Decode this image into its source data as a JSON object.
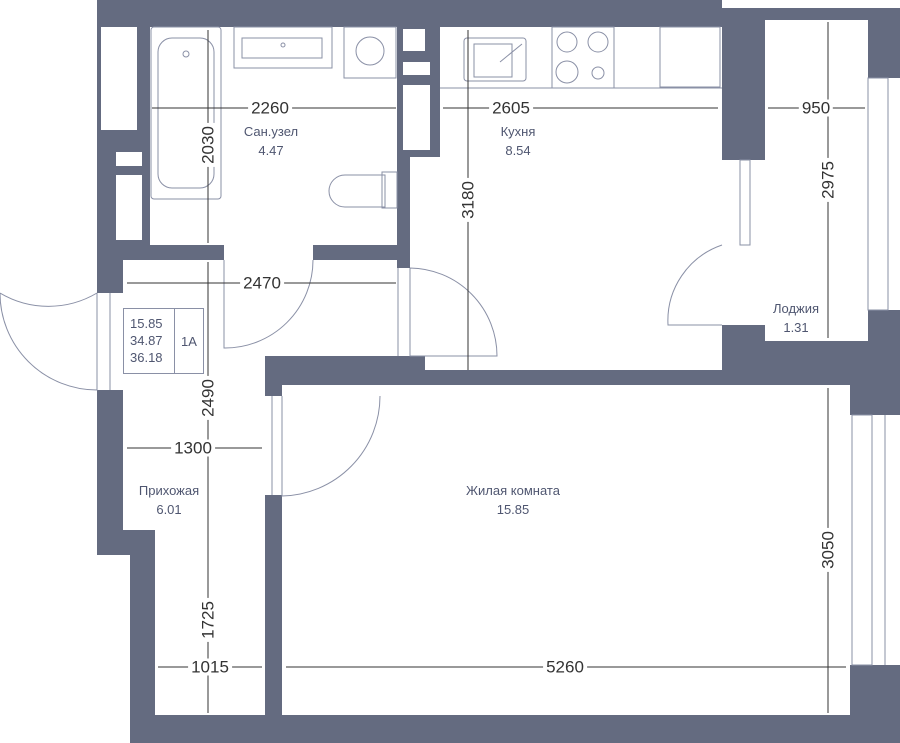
{
  "colors": {
    "wall": "#646b80",
    "line": "#8a90a6",
    "dimension": "#333333",
    "room_label": "#4f5670"
  },
  "rooms": [
    {
      "name": "Сан.узел",
      "area": "4.47"
    },
    {
      "name": "Кухня",
      "area": "8.54"
    },
    {
      "name": "Лоджия",
      "area": "1.31"
    },
    {
      "name": "Прихожая",
      "area": "6.01"
    },
    {
      "name": "Жилая комната",
      "area": "15.85"
    }
  ],
  "dimensions": {
    "bath_width": "2260",
    "bath_height": "2030",
    "kitchen_width": "2605",
    "kitchen_height": "3180",
    "loggia_width": "950",
    "loggia_height": "2975",
    "corridor_width": "2470",
    "hall_height": "2490",
    "hall_width": "1300",
    "hall_lower_height": "1725",
    "hall_lower_width": "1015",
    "living_width": "5260",
    "living_height": "3050"
  },
  "apartment_info": {
    "living_area": "15.85",
    "total_area": "34.87",
    "total_with_loggia": "36.18",
    "type": "1А"
  }
}
